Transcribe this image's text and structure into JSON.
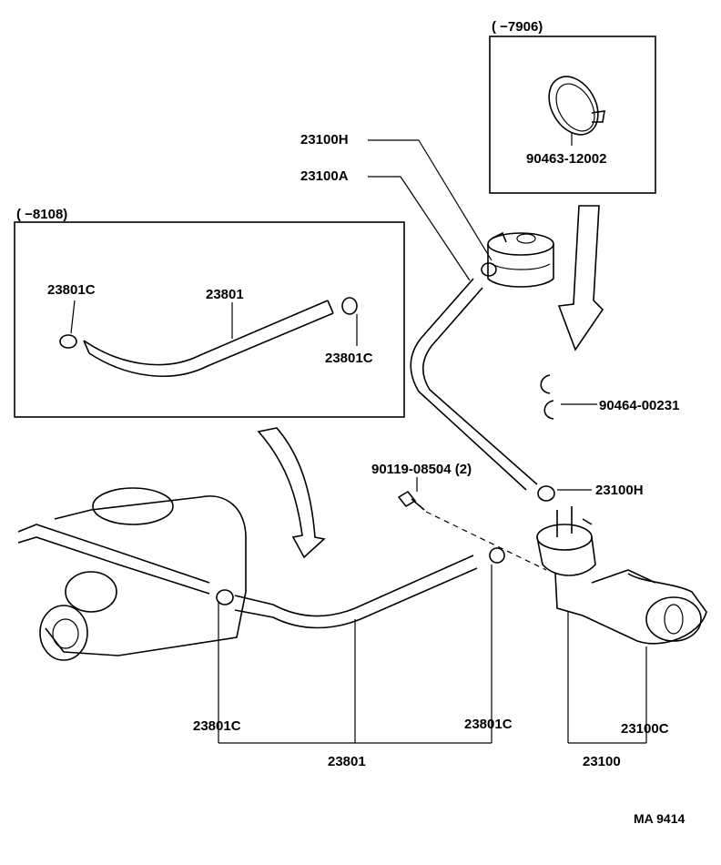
{
  "boxes": {
    "right_box_label": "(      −7906)",
    "left_box_label": "(      −8108)"
  },
  "labels": {
    "part_90463_12002": "90463-12002",
    "part_23100h_top": "23100H",
    "part_23100a": "23100A",
    "part_23801c_box_left": "23801C",
    "part_23801_box": "23801",
    "part_23801c_box_right": "23801C",
    "part_90464_00231": "90464-00231",
    "part_90119_08504": "90119-08504 (2)",
    "part_23100h_bottom": "23100H",
    "part_23801c_bottom_left": "23801C",
    "part_23801c_bottom_right": "23801C",
    "part_23801_bottom": "23801",
    "part_23100c": "23100C",
    "part_23100": "23100",
    "drawing_code": "MA 9414"
  }
}
